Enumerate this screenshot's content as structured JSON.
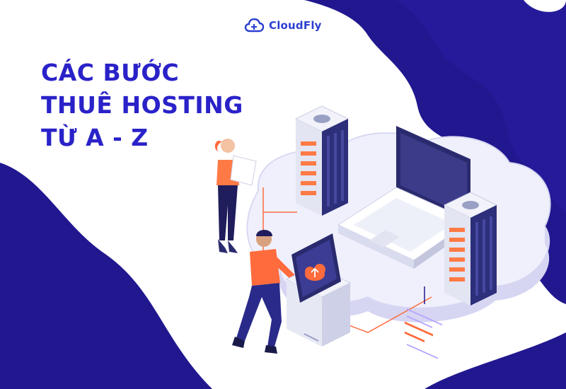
{
  "brand": {
    "name": "CloudFly",
    "logo_icon": "cloud-icon",
    "color": "#2b3fcf"
  },
  "headline": {
    "lines": [
      "CÁC BƯỚC",
      "THUÊ HOSTING",
      "TỪ A - Z"
    ],
    "color": "#2a22c8"
  },
  "palette": {
    "navy": "#21178f",
    "platform": "#e8e8fb",
    "server": "#eaecf5",
    "screen": "#2a2a6e",
    "accent": "#ff6b3d"
  },
  "icons": [
    "server-icon",
    "laptop-icon",
    "kiosk-icon",
    "cloud-upload-icon",
    "woman-with-laptop",
    "man-at-terminal"
  ]
}
